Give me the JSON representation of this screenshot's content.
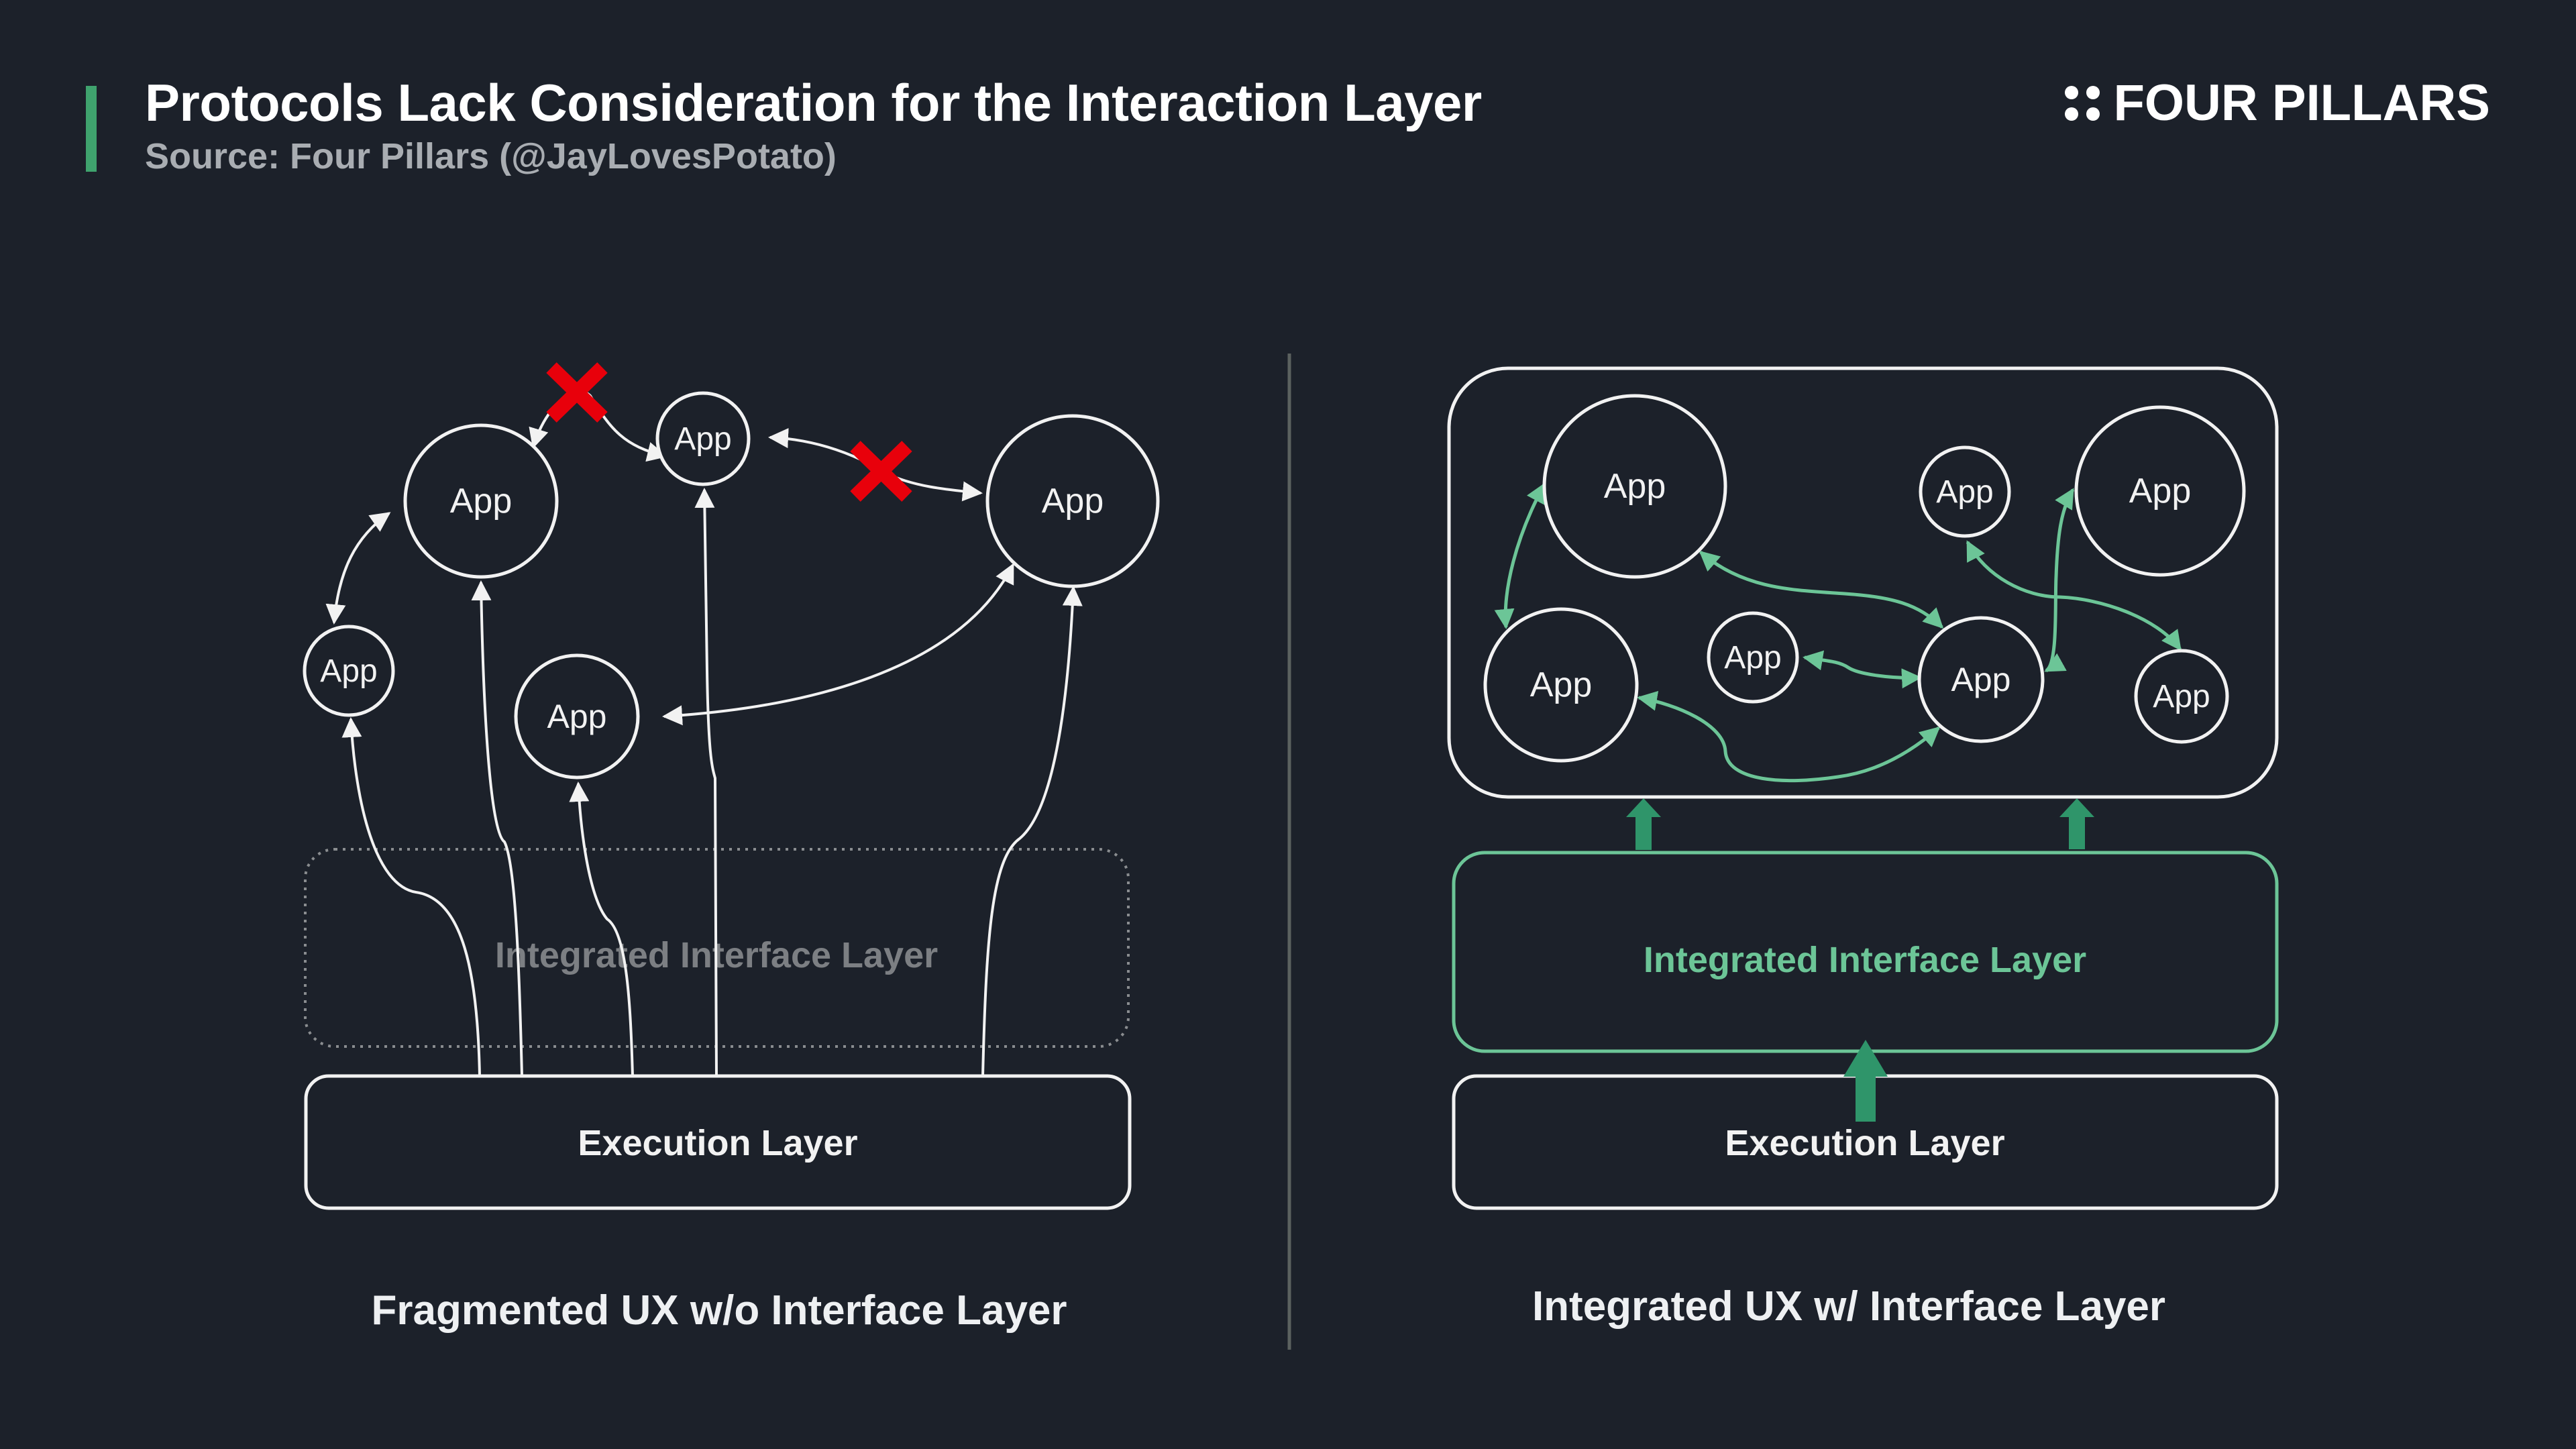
{
  "header": {
    "title": "Protocols Lack Consideration for the Interaction Layer",
    "source": "Source: Four Pillars (@JayLovesPotato)",
    "brand": "FOUR PILLARS",
    "accent_color": "#3fa36e"
  },
  "left_panel": {
    "caption": "Fragmented UX w/o Interface Layer",
    "app_label": "App",
    "apps": [
      "App",
      "App",
      "App",
      "App",
      "App"
    ],
    "interface_layer_label": "Integrated Interface Layer",
    "interface_layer_state": "absent (dashed, faded)",
    "execution_layer_label": "Execution Layer",
    "blocked_connections": 2,
    "blocked_icon": "red-x-icon"
  },
  "right_panel": {
    "caption": "Integrated UX w/ Interface Layer",
    "apps": [
      "App",
      "App",
      "App",
      "App",
      "App",
      "App",
      "App"
    ],
    "interface_layer_label": "Integrated Interface Layer",
    "execution_layer_label": "Execution Layer"
  },
  "colors": {
    "background": "#1c212a",
    "green_line": "#6cc597",
    "green_arrow": "#2f956a",
    "blocked_red": "#e8000b",
    "stroke": "#f2f2f2",
    "faded_text": "#7c7f83"
  }
}
